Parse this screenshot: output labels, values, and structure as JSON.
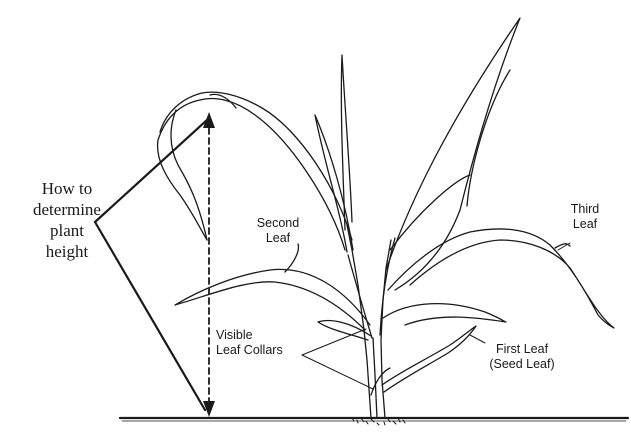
{
  "labels": {
    "how_to": [
      "How to",
      "determine",
      "plant",
      "height"
    ],
    "second_leaf": [
      "Second",
      "Leaf"
    ],
    "third_leaf": [
      "Third",
      "Leaf"
    ],
    "collars": [
      "Visible",
      "Leaf Collars"
    ],
    "first_leaf": [
      "First Leaf",
      "(Seed Leaf)"
    ]
  },
  "colors": {
    "ink": "#1a1a1a",
    "background": "#ffffff"
  }
}
